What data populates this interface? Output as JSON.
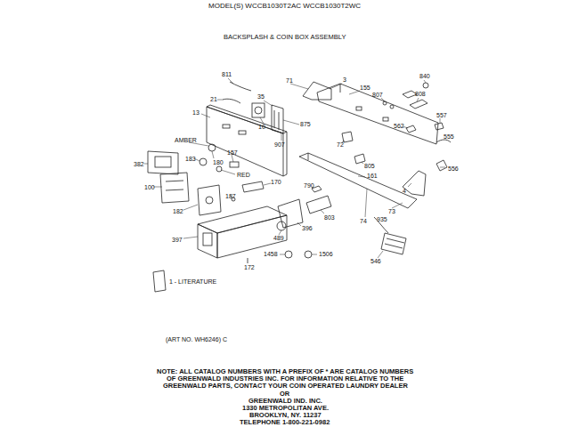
{
  "diagram": {
    "title": "MODEL(S) WCCB1030T2AC  WCCB1030T2WC",
    "labels": [
      "BACKSPLASH & COIN BOX ASSEMBLY",
      "811",
      "71",
      "3",
      "840",
      "21",
      "35",
      "155",
      "807",
      "808",
      "10",
      "875",
      "13",
      "557",
      "562",
      "555",
      "907",
      "72",
      "AMBER",
      "183",
      "180",
      "157",
      "382",
      "805",
      "556",
      "161",
      "RED",
      "100",
      "187",
      "170",
      "790",
      "4",
      "182",
      "73",
      "803",
      "74",
      "935",
      "397",
      "489",
      "396",
      "1458",
      "1506",
      "546",
      "172",
      "1 - LITERATURE",
      "(ART NO. WH6246) C",
      "NOTE: ALL CATALOG NUMBERS WITH A PREFIX OF * ARE CATALOG NUMBERS",
      "OF GREENWALD INDUSTRIES INC. FOR INFORMATION RELATIVE TO THE",
      "GREENWALD PARTS, CONTACT YOUR COIN OPERATED LAUNDRY DEALER",
      "OR",
      "GREENWALD IND. INC.",
      "1330 METROPOLITAN AVE.",
      "BROOKLYN, NY. 11237",
      "TELEPHONE 1-800-221-0982"
    ]
  }
}
